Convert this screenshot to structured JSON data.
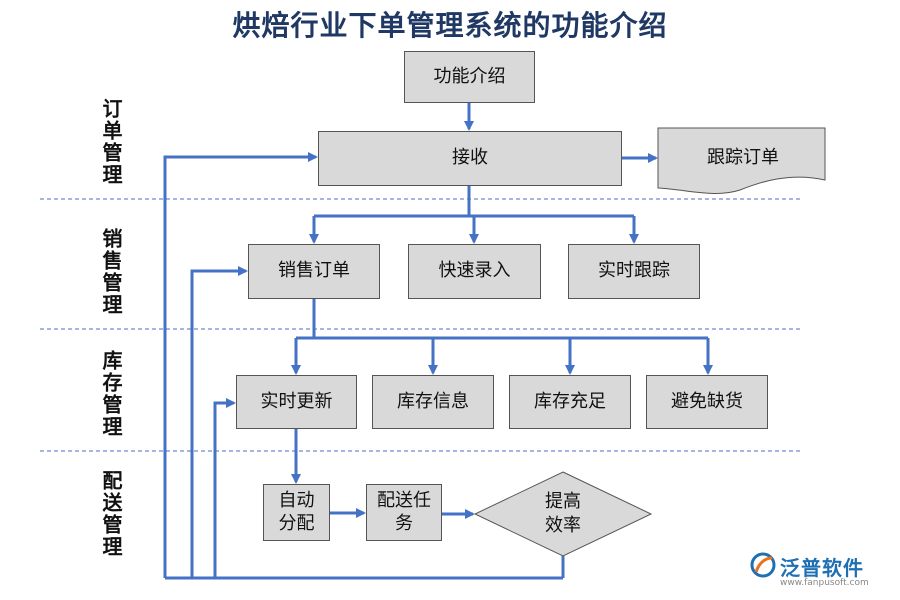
{
  "title": "烘焙行业下单管理系统的功能介绍",
  "sections": {
    "order": "订单管理",
    "sales": "销售管理",
    "inventory": "库存管理",
    "delivery": "配送管理"
  },
  "nodes": {
    "intro": "功能介绍",
    "receive": "接收",
    "track_order": "跟踪订单",
    "sales_order": "销售订单",
    "quick_entry": "快速录入",
    "realtime_track": "实时跟踪",
    "realtime_update": "实时更新",
    "inventory_info": "库存信息",
    "inventory_sufficient": "库存充足",
    "avoid_shortage": "避免缺货",
    "auto_assign_1": "自动",
    "auto_assign_2": "分配",
    "delivery_task_1": "配送任",
    "delivery_task_2": "务",
    "efficiency_1": "提高",
    "efficiency_2": "效率"
  },
  "logo": {
    "name": "泛普软件",
    "url": "www.fanpusoft.com"
  },
  "colors": {
    "arrow": "#4472c4",
    "box_fill": "#d9d9d9",
    "title": "#1f3864",
    "divider": "#4472c4"
  }
}
